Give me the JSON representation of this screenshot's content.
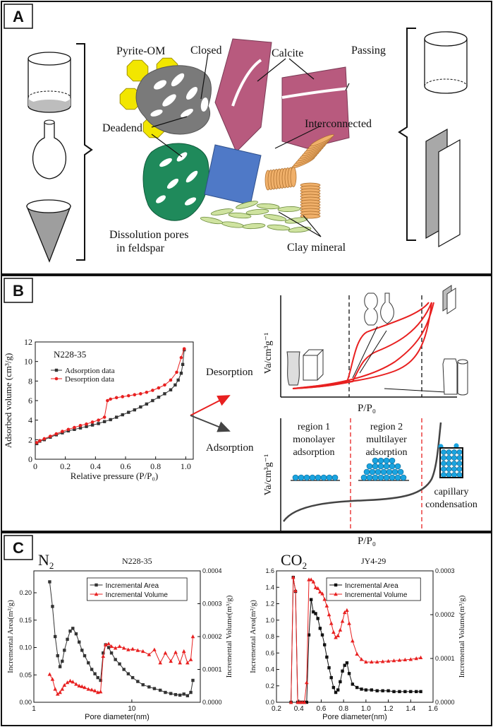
{
  "panelA": {
    "letter": "A",
    "labels": {
      "pyrite": "Pyrite-OM",
      "closed": "Closed",
      "calcite": "Calcite",
      "passing": "Passing",
      "interconnected": "Interconnected",
      "deadend": "Deadend",
      "dissolution1": "Dissolution pores",
      "dissolution2": "in feldspar",
      "clay": "Clay mineral"
    }
  },
  "panelB": {
    "letter": "B",
    "arrow_desorption": "Desorption",
    "arrow_adsorption": "Adsorption",
    "iso_ylabel": "Va/cm³g⁻¹",
    "iso_xlabel": "P/P₀",
    "lower_ylabel": "Va/cm³g⁻¹",
    "lower_xlabel": "P/P₀",
    "region1": [
      "region 1",
      "monolayer",
      "adsorption"
    ],
    "region2": [
      "region 2",
      "multilayer",
      "adsorption"
    ],
    "capillary": [
      "capillary",
      "condensation"
    ]
  },
  "panelC": {
    "letter": "C"
  },
  "colors": {
    "pyrite": "#f2e600",
    "om": "#7a7a7a",
    "calcite": "#b85a7e",
    "feldspar": "#1f8a5b",
    "quartz": "#4f79c7",
    "clay_orange": "#f0b06a",
    "clay_green": "#cfe3a0",
    "adsorption_red": "#e82020",
    "blue_molecule": "#1aa4e0"
  },
  "chart_data": [
    {
      "type": "line",
      "id": "B-isotherm",
      "title": "N228-35",
      "xlabel": "Relative pressure (P/P₀)",
      "ylabel": "Adsorbed volume (cm³/g)",
      "xlim": [
        0,
        1.05
      ],
      "ylim": [
        0,
        12
      ],
      "xticks": [
        0,
        0.2,
        0.4,
        0.6,
        0.8,
        1.0
      ],
      "yticks": [
        0,
        2,
        4,
        6,
        8,
        10,
        12
      ],
      "xtick_labels": [
        "0",
        "0.2",
        "0.4",
        "0.6",
        "0.8",
        "1.0"
      ],
      "ytick_labels": [
        "0",
        "2",
        "4",
        "6",
        "8",
        "10",
        "12"
      ],
      "legend": "top-left",
      "series": [
        {
          "name": "Adsorption data",
          "color": "#333333",
          "marker": "square",
          "x": [
            0.01,
            0.03,
            0.06,
            0.1,
            0.14,
            0.18,
            0.22,
            0.26,
            0.3,
            0.34,
            0.38,
            0.42,
            0.46,
            0.5,
            0.54,
            0.58,
            0.62,
            0.66,
            0.7,
            0.74,
            0.78,
            0.82,
            0.86,
            0.9,
            0.93,
            0.95,
            0.97,
            0.98,
            0.99
          ],
          "y": [
            1.6,
            1.85,
            2.0,
            2.25,
            2.5,
            2.7,
            2.9,
            3.05,
            3.2,
            3.35,
            3.5,
            3.65,
            3.85,
            4.05,
            4.3,
            4.55,
            4.8,
            5.05,
            5.35,
            5.65,
            6.0,
            6.35,
            6.7,
            7.1,
            7.6,
            8.1,
            8.8,
            9.7,
            11.2
          ]
        },
        {
          "name": "Desorption data",
          "color": "#e82020",
          "marker": "circle",
          "x": [
            0.99,
            0.97,
            0.94,
            0.9,
            0.86,
            0.82,
            0.78,
            0.74,
            0.7,
            0.66,
            0.62,
            0.58,
            0.54,
            0.5,
            0.48,
            0.46,
            0.42,
            0.38,
            0.34,
            0.3,
            0.26,
            0.22,
            0.18,
            0.14,
            0.1,
            0.06,
            0.03,
            0.01
          ],
          "y": [
            11.3,
            10.4,
            8.9,
            8.1,
            7.6,
            7.3,
            7.05,
            6.85,
            6.7,
            6.6,
            6.5,
            6.4,
            6.3,
            6.15,
            6.0,
            4.3,
            4.0,
            3.8,
            3.6,
            3.45,
            3.25,
            3.05,
            2.85,
            2.6,
            2.35,
            2.1,
            1.9,
            1.7
          ]
        }
      ]
    },
    {
      "type": "line",
      "id": "C-N2",
      "title": "N228-35",
      "gas": "N",
      "gas_sub": "2",
      "xlabel": "Pore diameter(nm)",
      "ylabel": "Incremental Area(m²/g)",
      "y2label": "Incremental Volume(m³/g)",
      "xscale": "log",
      "xlim": [
        1,
        50
      ],
      "ylim": [
        0,
        0.24
      ],
      "y2lim": [
        0,
        0.0004
      ],
      "xticks": [
        1,
        10
      ],
      "xtick_labels": [
        "1",
        "10"
      ],
      "yticks": [
        0,
        0.05,
        0.1,
        0.15,
        0.2
      ],
      "ytick_labels": [
        "0.00",
        "0.05",
        "0.10",
        "0.15",
        "0.20"
      ],
      "y2ticks": [
        0,
        0.0001,
        0.0002,
        0.0003,
        0.0004
      ],
      "y2tick_labels": [
        "0.0000",
        "0.0001",
        "0.0002",
        "0.0003",
        "0.0004"
      ],
      "legend": "top-center",
      "series": [
        {
          "name": "Incremental Area",
          "axis": "left",
          "color": "#333333",
          "marker": "square",
          "x": [
            1.45,
            1.55,
            1.65,
            1.75,
            1.85,
            1.95,
            2.05,
            2.2,
            2.35,
            2.5,
            2.7,
            2.9,
            3.1,
            3.3,
            3.6,
            3.9,
            4.2,
            4.5,
            4.8,
            5.1,
            5.4,
            5.8,
            6.2,
            6.8,
            7.5,
            8.3,
            9.2,
            10.2,
            11.5,
            13,
            15,
            17,
            19.5,
            22,
            25,
            28,
            31,
            34,
            37,
            40,
            42
          ],
          "y": [
            0.22,
            0.175,
            0.12,
            0.085,
            0.065,
            0.075,
            0.095,
            0.115,
            0.13,
            0.135,
            0.125,
            0.11,
            0.095,
            0.085,
            0.072,
            0.06,
            0.052,
            0.045,
            0.04,
            0.09,
            0.105,
            0.1,
            0.09,
            0.078,
            0.07,
            0.06,
            0.052,
            0.045,
            0.038,
            0.032,
            0.028,
            0.025,
            0.022,
            0.018,
            0.016,
            0.014,
            0.013,
            0.015,
            0.012,
            0.018,
            0.04
          ]
        },
        {
          "name": "Incremental Volume",
          "axis": "right",
          "color": "#e82020",
          "marker": "triangle",
          "x": [
            1.45,
            1.55,
            1.65,
            1.75,
            1.85,
            1.95,
            2.05,
            2.2,
            2.35,
            2.5,
            2.7,
            2.9,
            3.1,
            3.3,
            3.6,
            3.9,
            4.2,
            4.5,
            4.8,
            5.1,
            5.4,
            5.8,
            6.2,
            6.8,
            7.5,
            8.3,
            9.2,
            10.2,
            11.5,
            13,
            15,
            17,
            19.5,
            22,
            25,
            28,
            31,
            34,
            37,
            40,
            42
          ],
          "y": [
            8.5e-05,
            7e-05,
            4e-05,
            2.5e-05,
            3e-05,
            4e-05,
            5.2e-05,
            6e-05,
            6.5e-05,
            6.2e-05,
            5.5e-05,
            5e-05,
            4.8e-05,
            4.5e-05,
            4e-05,
            3.8e-05,
            3.5e-05,
            3e-05,
            3.2e-05,
            0.00014,
            0.000175,
            0.000178,
            0.00017,
            0.000165,
            0.00017,
            0.000165,
            0.00016,
            0.000162,
            0.000158,
            0.000155,
            0.000145,
            0.00016,
            0.00012,
            0.00015,
            0.000125,
            0.000152,
            0.00012,
            0.000155,
            0.00012,
            0.00013,
            0.0002
          ]
        }
      ]
    },
    {
      "type": "line",
      "id": "C-CO2",
      "title": "JY4-29",
      "gas": "CO",
      "gas_sub": "2",
      "xlabel": "Pore diameter(nm)",
      "ylabel": "Incremental Area(m²/g)",
      "y2label": "Incremental Volume(m³/g)",
      "xlim": [
        0.2,
        1.6
      ],
      "ylim": [
        0,
        1.6
      ],
      "y2lim": [
        0,
        0.0003
      ],
      "xticks": [
        0.2,
        0.4,
        0.6,
        0.8,
        1.0,
        1.2,
        1.4,
        1.6
      ],
      "xtick_labels": [
        "0.2",
        "0.4",
        "0.6",
        "0.8",
        "1.0",
        "1.2",
        "1.4",
        "1.6"
      ],
      "yticks": [
        0,
        0.2,
        0.4,
        0.6,
        0.8,
        1.0,
        1.2,
        1.4,
        1.6
      ],
      "ytick_labels": [
        "0.0",
        "0.2",
        "0.4",
        "0.6",
        "0.8",
        "1.0",
        "1.2",
        "1.4",
        "1.6"
      ],
      "y2ticks": [
        0,
        0.0001,
        0.0002,
        0.0003
      ],
      "y2tick_labels": [
        "0.0000",
        "0.0001",
        "0.0002",
        "0.0003"
      ],
      "legend": "top-center",
      "series": [
        {
          "name": "Incremental Area",
          "axis": "left",
          "color": "#111111",
          "marker": "square",
          "x": [
            0.33,
            0.35,
            0.37,
            0.39,
            0.41,
            0.43,
            0.45,
            0.47,
            0.49,
            0.51,
            0.53,
            0.55,
            0.57,
            0.59,
            0.61,
            0.63,
            0.65,
            0.67,
            0.69,
            0.71,
            0.73,
            0.75,
            0.77,
            0.79,
            0.81,
            0.83,
            0.85,
            0.88,
            0.92,
            0.96,
            1.0,
            1.05,
            1.1,
            1.15,
            1.2,
            1.25,
            1.3,
            1.35,
            1.4,
            1.45,
            1.49
          ],
          "y": [
            0.0,
            1.52,
            1.35,
            0.0,
            0.0,
            0.0,
            0.0,
            0.0,
            0.82,
            1.25,
            1.1,
            1.08,
            1.02,
            0.9,
            0.82,
            0.7,
            0.55,
            0.42,
            0.3,
            0.18,
            0.12,
            0.15,
            0.25,
            0.38,
            0.45,
            0.48,
            0.35,
            0.22,
            0.18,
            0.16,
            0.15,
            0.15,
            0.14,
            0.14,
            0.14,
            0.13,
            0.13,
            0.13,
            0.13,
            0.13,
            0.13
          ]
        },
        {
          "name": "Incremental Volume",
          "axis": "right",
          "color": "#e82020",
          "marker": "triangle",
          "x": [
            0.33,
            0.35,
            0.37,
            0.39,
            0.41,
            0.43,
            0.45,
            0.47,
            0.49,
            0.51,
            0.53,
            0.55,
            0.57,
            0.59,
            0.61,
            0.63,
            0.65,
            0.67,
            0.69,
            0.71,
            0.73,
            0.75,
            0.77,
            0.79,
            0.81,
            0.83,
            0.85,
            0.88,
            0.92,
            0.96,
            1.0,
            1.05,
            1.1,
            1.15,
            1.2,
            1.25,
            1.3,
            1.35,
            1.4,
            1.45,
            1.49
          ],
          "y": [
            0.0,
            0.000285,
            0.000255,
            0.0,
            0.0,
            0.0,
            0.0,
            4.5e-05,
            0.00028,
            0.00028,
            0.000275,
            0.000262,
            0.00026,
            0.000252,
            0.000248,
            0.000235,
            0.00022,
            0.0002,
            0.00018,
            0.00016,
            0.000148,
            0.000152,
            0.000165,
            0.000185,
            0.000205,
            0.00021,
            0.00018,
            0.00014,
            0.00011,
            9.8e-05,
            9.2e-05,
            9.2e-05,
            9.2e-05,
            9.3e-05,
            9.4e-05,
            9.5e-05,
            9.6e-05,
            9.7e-05,
            9.8e-05,
            0.0001,
            0.000102
          ]
        }
      ]
    }
  ]
}
